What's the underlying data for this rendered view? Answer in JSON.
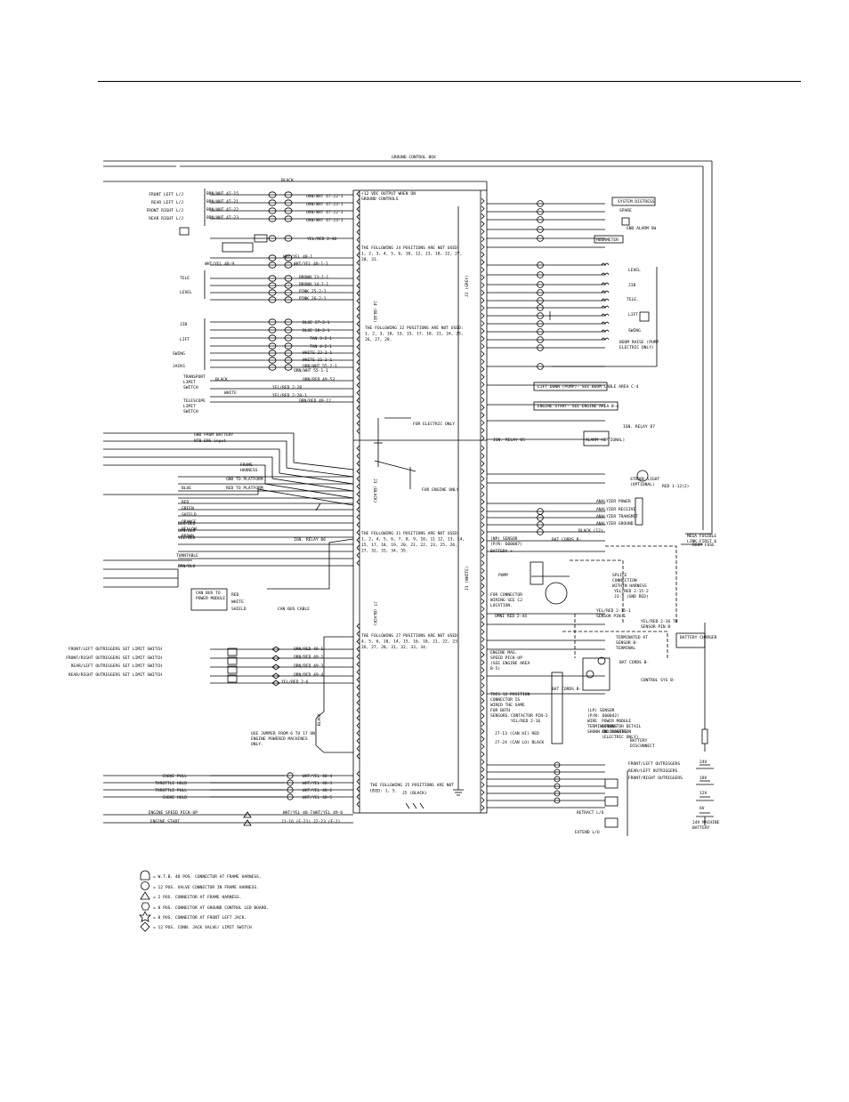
{
  "legend": [
    {
      "symbol": "dome",
      "text": "= W.T.B. 48 POS. CONNECTOR AT FRAME HARNESS."
    },
    {
      "symbol": "circle",
      "text": "= 12 POS. VALVE CONNECTOR IN FRAME HARNESS."
    },
    {
      "symbol": "triangle",
      "text": "= 2 POS. CONNECTOR AT FRAME HARNESS."
    },
    {
      "symbol": "hexagon",
      "text": "= 8 POS. CONNECTOR AT GROUND CONTROL LED BOARD."
    },
    {
      "symbol": "star",
      "text": "= 8 POS. CONNECTOR AT FRONT LEFT JACK."
    },
    {
      "symbol": "diamond",
      "text": "= 12 POS. CONN. JACK VALVE/ LIMIT SWITCH"
    }
  ],
  "block": {
    "title": "GROUND CONTROL BOX",
    "j4_note": "+12 VDC OUTPUT WHEN ON GROUND CONTROLS",
    "j4_unused": "THE FOLLOWING J4 POSITIONS ARE NOT USED: 1, 2, 3, 4, 5, 6, 10, 12, 13, 18, 22, 27, 28, 31.",
    "j2_unused": "THE FOLLOWING J2 POSITIONS ARE NOT USED: 1, 2, 3, 10, 13, 15, 17, 18, 21, 24, 25, 26, 27, 28.",
    "j1_unused": "THE FOLLOWING J1 POSITIONS ARE NOT USED: 1, 2, 4, 5, 6, 7, 8, 9, 10, 11 12, 13, 14, 15, 17, 18, 19, 20, 21, 22, 23, 25, 26, 27, 32, 33, 34, 35.",
    "j7_unused": "THE FOLLOWING J7 POSITIONS ARE NOT USED: 4, 5, 6, 10, 14, 15, 16, 18, 21, 22, 23, 26, 27, 28, 31, 32, 33, 34.",
    "j5_unused": "THE FOLLOWING J5 POSITIONS ARE NOT USED: 1, 5.",
    "j4_tag": "J4 (BLUE)",
    "j2_tag": "J2 (GREY)",
    "j3_tag": "J3 (BLACK)",
    "j1_tag": "J1 (WHITE)",
    "j7_tag": "J7 (BLACK)",
    "j5_tag": "J5 (BLACK)",
    "jumper_note": "USE JUMPER FROM 6 TO 17 ON ENGINE POWERED MACHINES ONLY.",
    "black_tag": "BLACK"
  },
  "left_labels": [
    "FRONT LEFT L/J",
    "REAR LEFT L/J",
    "FRONT RIGHT L/J",
    "REAR RIGHT L/J",
    "TELE",
    "LEVEL",
    "JIB",
    "LIFT",
    "SWING",
    "JACKS",
    "TRANSPORT LIMIT SWITCH",
    "TELESCOPE LIMIT SWITCH",
    "GND FROM BATTERY",
    "NTB ENG input",
    "FRAME HARNESS",
    "GND TO PLATFORM",
    "RED TO PLATFORM",
    "TURNTABLE",
    "CAN BUS TO POWER MODULE",
    "CAN BUS CABLE",
    "FRONT/LEFT OUTRIGGERS SET LIMIT SWITCH",
    "FRONT/RIGHT OUTRIGGERS SET LIMIT SWITCH",
    "REAR/LEFT OUTRIGGERS SET LIMIT SWITCH",
    "REAR/RIGHT OUTRIGGERS SET LIMIT SWITCH",
    "CHOKE PULL",
    "THROTTLE HOLD",
    "THROTTLE PULL",
    "CHOKE HOLD",
    "ENGINE SPEED PICK-UP",
    "ENGINE START"
  ],
  "left_wires": [
    "BRN/WHT 47-15",
    "BRN/WHT 47-21",
    "BRN/WHT 47-22",
    "BRN/WHT 47-23",
    "ORN/WHT 47-22-1",
    "ORN/WHT 47-23-1",
    "ORN/WHT 47-22-1",
    "ORN/WHT 47-23-1",
    "YEL/RED 2-40",
    "WHT/YEL 48-1",
    "WHT/YEL 48-1-1",
    "WHT/YEL 48-9",
    "BROWN 13-2-1",
    "BROWN 14-2-1",
    "PINK 25-2-1",
    "PINK 26-2-1",
    "BLUE 27-2-1",
    "BLUE 28-2-1",
    "TAN 3-2-1",
    "TAN 4-2-1",
    "WHITE 22-2-1",
    "WHITE 21-2-1",
    "ORN/WHT 55-2-1",
    "ORN/WHT 55-1-1",
    "ORN/RED 49-53",
    "YEL/RED 2-20",
    "YEL/RED 2-20-1",
    "ORN/RED 49-12",
    "BLACK",
    "WHITE",
    "BLUE",
    "RED",
    "GREEN",
    "SHIELD",
    "ORANGE",
    "YELLOW",
    "BROWN",
    "BLK/BLU",
    "ORN/BLK",
    "YEL/BLK",
    "BRN/BLK",
    "SHIELD",
    "RED",
    "WHITE",
    "ORN/RED 49-1",
    "ORN/RED 49-2",
    "ORN/RED 49-3",
    "ORN/RED 49-4",
    "YEL/RED 2-6",
    "WHT/YEL 48-4",
    "WHT/YEL 48-3",
    "WHT/YEL 48-2",
    "WHT/YEL 48-5",
    "WHT/YEL 48-7",
    "WHT/YEL 49-6",
    "J1-16 (E-21)",
    "J2-23 (F-2)"
  ],
  "right_labels": [
    "SYSTEM DISTRESS",
    "SPARE",
    "GND ALARM SW",
    "HOURMETER",
    "LEVEL",
    "JIB",
    "TELE.",
    "LIFT",
    "SWING",
    "BOOM RAISE (PUMP ELECTRIC ONLY)",
    "LIFT DOWN (PUMP)- SEE BOOM CABLE AREA C-4",
    "ENGINE START- SEE ENGINE AREA B-4",
    "IGN. RELAY 87",
    "ALARM (OPTIONAL)",
    "STROBE LIGHT (OPTIONAL)",
    "ANALYZER POWER",
    "ANALYZER RECEIVE",
    "ANALYZER TRANSMIT",
    "ANALYZER GROUND",
    "BLACK (12)",
    "(NP) SENSOR (P/N: 600007)",
    "BAT CORDS B-",
    "BATTERY +",
    "PUMP",
    "FOR CONNECTOR WIRING SEE C2 LOCATION.",
    "SPLICE CONNECTION WITHIN HARNESS",
    "YEL/RED 2-15-2 J3-3 (GND RED)",
    "YEL/RED 2-15-1 SENSOR PIN-1",
    "YEL/RED 2-16 TO SENSOR PIN B",
    "TERMINATED AT SENSOR B- TERMINAL",
    "BATTERY CHARGER",
    "BAT CORDS B-",
    "CONTROL SYS B-",
    "ENGINE MAG. SPEED PICK-UP (SEE ENGINE AREA B-5)",
    "THIS 12 POSITION CONNECTOR IS WIRED THE SAME FOR BOTH SENSORS.",
    "(LP) SENSOR (P/N: 600042) WIRE TERMINATIONS SHOWN IN DRAWING",
    "POWER MODULE CONNECTOR DETAIL AND LOCATION (ELECTRIC ONLY)",
    "CONTACTOR PIN-2 YEL/RED 2-16",
    "J7-13 (CAN HI) RED",
    "J7-24 (CAN LO) BLACK",
    "FRONT/LEFT OUTRIGGERS",
    "REAR/LEFT OUTRIGGERS",
    "FRONT/RIGHT OUTRIGGERS",
    "RETRACT L/O",
    "EXTEND L/O",
    "MEGA FUSIBLE LINK-FIRST 6",
    "BOOM FUSE",
    "BATTERY DISCONNECT",
    "24V MACHINE BATTERY",
    "24V",
    "18V",
    "12V",
    "6V",
    "FOR ELECTRIC ONLY",
    "FOR ENGINE ONLY",
    "IGN. RELAY 85",
    "IGN. RELAY 86",
    "BAT CORDS B-",
    "OMNI RED 2-44",
    "RED 1-12(2)"
  ]
}
